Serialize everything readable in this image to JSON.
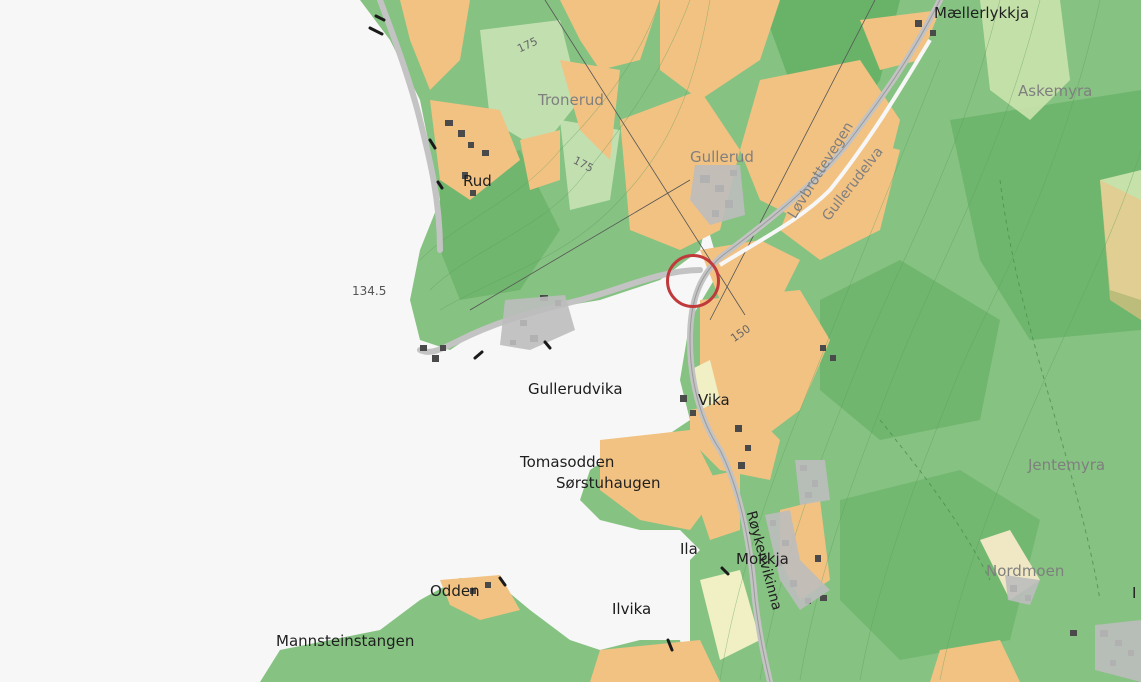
{
  "map": {
    "colors": {
      "water": "#f7f7f7",
      "forest": "#8cc58a",
      "forest_dark": "#5ea95f",
      "farmland": "#f4c486",
      "open_land": "#d8e8b9",
      "buildings": "#b5b5b5",
      "roads": "#c4c4c4",
      "marker": "#c0393b"
    },
    "places": {
      "maellerlykkja": "Mællerlykkja",
      "askemyra": "Askemyra",
      "tronerud": "Tronerud",
      "gullerud": "Gullerud",
      "rud": "Rud",
      "gullerudvika": "Gullerudvika",
      "vika": "Vika",
      "tomasodden": "Tomasodden",
      "sorstuhaugen": "Sørstuhaugen",
      "ila": "Ila",
      "mokkja": "Mokkja",
      "odden": "Odden",
      "ilvika": "Ilvika",
      "mannsteinstangen": "Mannsteinstangen",
      "jentemyra": "Jentemyra",
      "nordmoen": "Nordmoen"
    },
    "roads": {
      "lovbrottevegen": "Løvbrottevegen",
      "gullerudelva": "Gullerudelva",
      "roykenvikinna": "Røykenvikinna"
    },
    "contours": {
      "c175a": "175",
      "c175b": "175",
      "c150": "150"
    },
    "elevation": "134.5",
    "edge_char": "I",
    "marker": {
      "type": "circle",
      "color": "#c0393b",
      "icon": "location-circle-icon"
    }
  }
}
